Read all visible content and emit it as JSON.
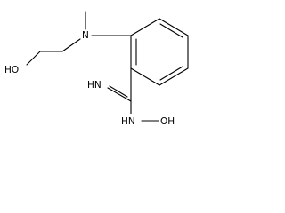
{
  "molecule": {
    "atoms": {
      "amine_n": "N",
      "hydroxyl": "HO",
      "imine": "HN",
      "amide_n": "HN",
      "hydroxylamine_oh": "OH"
    }
  }
}
